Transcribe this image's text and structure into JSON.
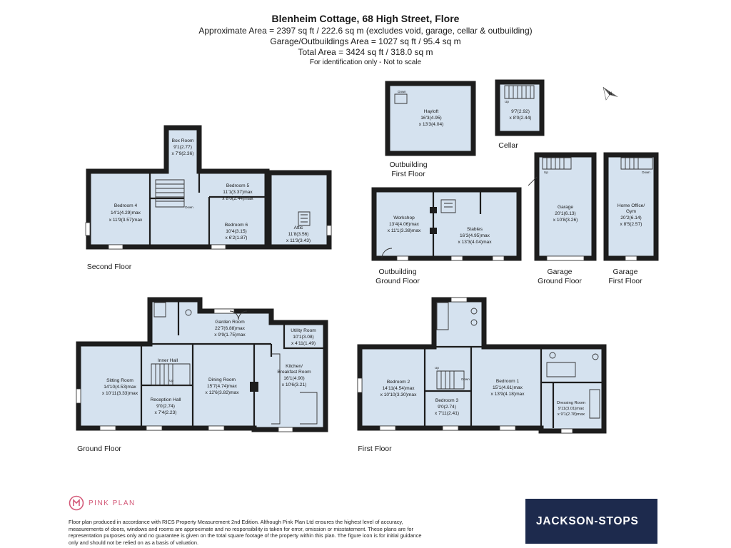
{
  "header": {
    "title": "Blenheim Cottage, 68 High Street, Flore",
    "line1": "Approximate Area = 2397 sq ft / 222.6 sq m (excludes void, garage, cellar & outbuilding)",
    "line2": "Garage/Outbuildings Area = 1027 sq ft / 95.4 sq m",
    "line3": "Total Area = 3424 sq ft / 318.0 sq m",
    "note": "For identification only - Not to scale"
  },
  "floors": {
    "second": "Second Floor",
    "ground": "Ground Floor",
    "first": "First Floor",
    "cellar": "Cellar",
    "outbuilding_first": [
      "Outbuilding",
      "First Floor"
    ],
    "outbuilding_ground": [
      "Outbuilding",
      "Ground Floor"
    ],
    "garage_ground": [
      "Garage",
      "Ground Floor"
    ],
    "garage_first": [
      "Garage",
      "First Floor"
    ]
  },
  "rooms": {
    "box_room": [
      "Box Room",
      "9'1(2.77)",
      "x 7'9(2.36)"
    ],
    "bedroom4": [
      "Bedroom 4",
      "14'1(4.29)max",
      "x 11'9(3.57)max"
    ],
    "bedroom5": [
      "Bedroom 5",
      "11'1(3.37)max",
      "x 8'0(2.44)max"
    ],
    "bedroom6": [
      "Bedroom 6",
      "10'4(3.15)",
      "x 6'2(1.87)"
    ],
    "attic": [
      "Attic",
      "11'8(3.56)",
      "x 11'3(3.43)"
    ],
    "hayloft": [
      "Hayloft",
      "16'3(4.95)",
      "x 13'3(4.04)"
    ],
    "cellar": [
      "9'7(2.92)",
      "x 8'0(2.44)"
    ],
    "workshop": [
      "Workshop",
      "13'4(4.06)max",
      "x 11'1(3.38)max"
    ],
    "stables": [
      "Stables",
      "16'3(4.95)max",
      "x 13'3(4.04)max"
    ],
    "garage": [
      "Garage",
      "20'1(6.13)",
      "x 10'8(3.26)"
    ],
    "home_office": [
      "Home Office/",
      "Gym",
      "20'2(6.14)",
      "x 8'5(2.57)"
    ],
    "garden_room": [
      "Garden Room",
      "22'7(6.88)max",
      "x 9'9(1.75)max"
    ],
    "utility_room": [
      "Utility Room",
      "10'1(3.08)",
      "x 4'11(1.49)"
    ],
    "inner_hall": [
      "Inner Hall"
    ],
    "sitting_room": [
      "Sitting Room",
      "14'10(4.53)max",
      "x 10'11(3.33)max"
    ],
    "reception_hall": [
      "Reception Hall",
      "9'0(2.74)",
      "x 7'4(2.23)"
    ],
    "dining_room": [
      "Dining Room",
      "15'7(4.74)max",
      "x 12'6(3.82)max"
    ],
    "kitchen": [
      "Kitchen/",
      "Breakfast Room",
      "16'1(4.90)",
      "x 10'6(3.21)"
    ],
    "bedroom2": [
      "Bedroom 2",
      "14'11(4.54)max",
      "x 10'10(3.30)max"
    ],
    "bedroom3": [
      "Bedroom 3",
      "9'0(2.74)",
      "x 7'11(2.41)"
    ],
    "bedroom1": [
      "Bedroom 1",
      "15'1(4.61)max",
      "x 13'9(4.18)max"
    ],
    "dressing_room": [
      "Dressing Room",
      "9'11(3.01)max",
      "x 9'1(2.78)max"
    ]
  },
  "small_labels": {
    "up": "Up",
    "down": "Down",
    "compass": "N"
  },
  "footer": {
    "logo_text": "PINK PLAN",
    "disclaimer": "Floor plan produced in accordance with RICS Property Measurement 2nd Edition. Although Pink Plan Ltd ensures the highest level of accuracy, measurements of doors, windows and rooms are approximate and no responsibility is taken for error, omission or misstatement. These plans are for representation purposes only and no guarantee is given on the total square footage of the property within this plan. The figure icon is for initial guidance only and should not be relied on as a basis of valuation.",
    "brand": "JACKSON-STOPS"
  },
  "colors": {
    "room_fill": "#d5e2ef",
    "wall": "#1d1d1d",
    "brand_bg": "#1d2a4d",
    "logo_pink": "#d45a79",
    "fox_red": "#d6302b"
  }
}
